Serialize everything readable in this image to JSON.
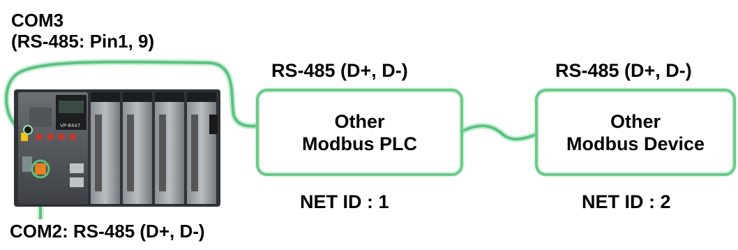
{
  "labels": {
    "com3_line1": "COM3",
    "com3_line2": "(RS-485: Pin1, 9)",
    "com2": "COM2: RS-485 (D+, D-)",
    "rs485_left": "RS-485 (D+, D-)",
    "rs485_right": "RS-485 (D+, D-)",
    "netid_1": "NET ID : 1",
    "netid_2": "NET ID : 2"
  },
  "devices": {
    "plc_box": {
      "line1": "Other",
      "line2": "Modbus PLC"
    },
    "device_box": {
      "line1": "Other",
      "line2": "Modbus Device"
    },
    "controller": {
      "model": "VP-8447"
    }
  },
  "colors": {
    "wire": "#5cc27e",
    "wire_glow": "#c9eed6",
    "box_border": "#6cc98a"
  }
}
